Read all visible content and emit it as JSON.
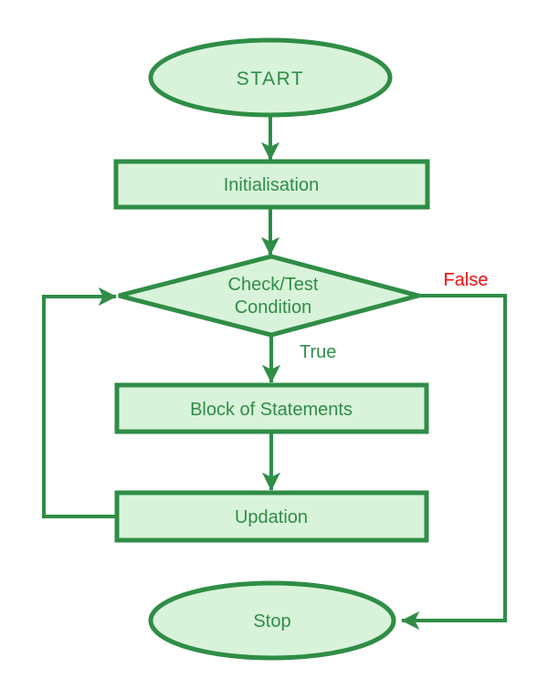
{
  "diagram": {
    "type": "flowchart",
    "subject": "Loop execution flow",
    "background": "#ffffff"
  },
  "colors": {
    "outline_green": "#2f8d46",
    "fill_light_green": "#d8f3da",
    "label_green": "#2f8d46",
    "false_red": "#f20d0d",
    "background": "#ffffff"
  },
  "nodes": {
    "start": {
      "label": "START",
      "shape": "ellipse"
    },
    "initialisation": {
      "label": "Initialisation",
      "shape": "rectangle"
    },
    "condition": {
      "label": "Check/Test Condition",
      "lines": [
        "Check/Test",
        "Condition"
      ],
      "shape": "diamond"
    },
    "block": {
      "label": "Block of Statements",
      "shape": "rectangle"
    },
    "updation": {
      "label": "Updation",
      "shape": "rectangle"
    },
    "stop": {
      "label": "Stop",
      "shape": "ellipse"
    }
  },
  "edges": [
    {
      "from": "START",
      "to": "Initialisation",
      "label": ""
    },
    {
      "from": "Initialisation",
      "to": "Check/Test Condition",
      "label": ""
    },
    {
      "from": "Check/Test Condition",
      "to": "Block of Statements",
      "label": "True"
    },
    {
      "from": "Block of Statements",
      "to": "Updation",
      "label": ""
    },
    {
      "from": "Updation",
      "to": "Check/Test Condition",
      "label": ""
    },
    {
      "from": "Check/Test Condition",
      "to": "Stop",
      "label": "False"
    }
  ]
}
